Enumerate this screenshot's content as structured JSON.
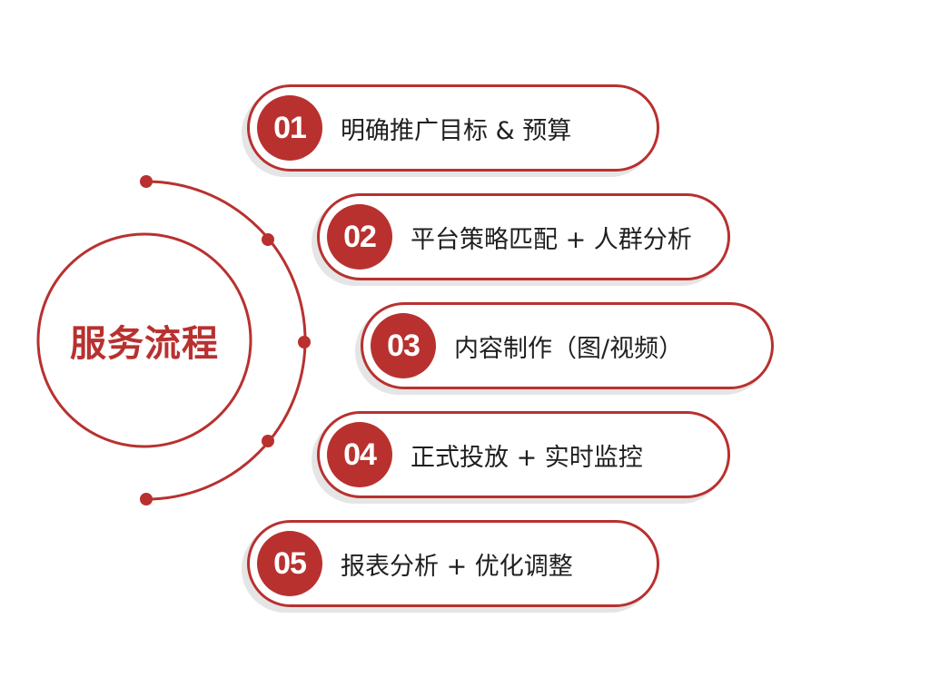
{
  "center": {
    "title": "服务流程"
  },
  "steps": [
    {
      "number": "01",
      "label": "明确推广目标 & 预算"
    },
    {
      "number": "02",
      "label": "平台策略匹配 + 人群分析"
    },
    {
      "number": "03",
      "label": "内容制作（图/视频）"
    },
    {
      "number": "04",
      "label": "正式投放 + 实时监控"
    },
    {
      "number": "05",
      "label": "报表分析 + 优化调整"
    }
  ],
  "colors": {
    "accent": "#b8312f",
    "shadow": "#e5e5e5",
    "text": "#1f1f1f",
    "background": "#ffffff"
  }
}
